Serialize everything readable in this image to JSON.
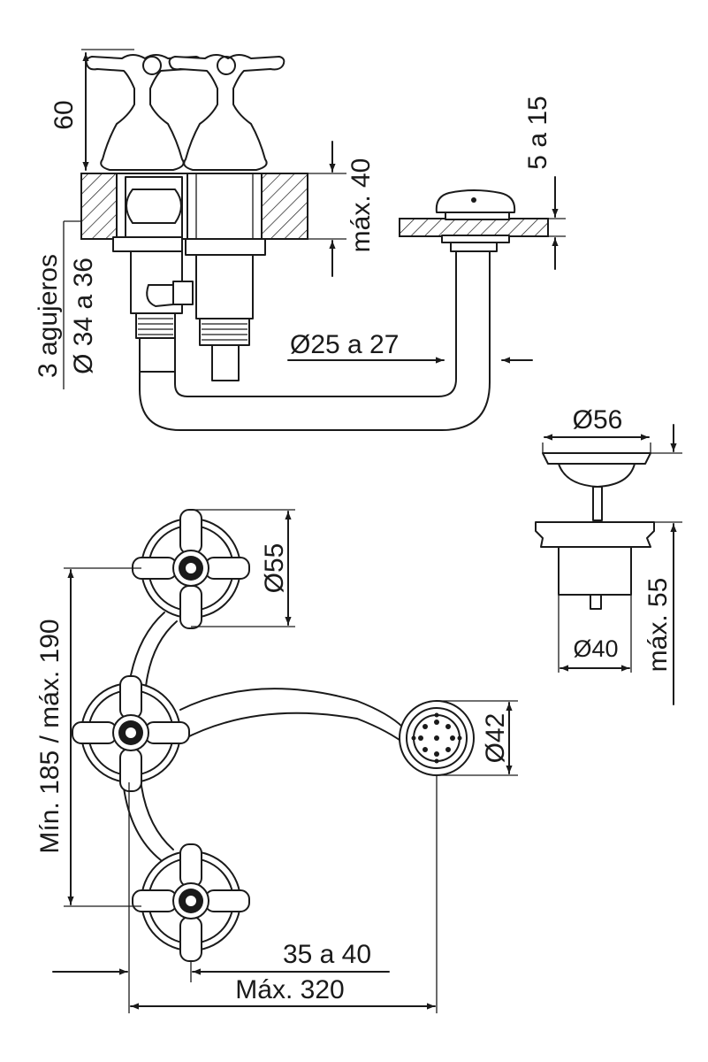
{
  "labels": {
    "height_handles": "60",
    "max_deck": "máx. 40",
    "deck_range": "5 a 15",
    "holes": "3 agujeros",
    "hole_diameter": "Ø 34 a 36",
    "pipe_diameter": "Ø25 a 27",
    "stopper_top_diameter": "Ø56",
    "stopper_body_diameter": "Ø40",
    "stopper_max_height": "máx. 55",
    "rosette_diameter": "Ø55",
    "spacing_range": "Mín. 185 / máx. 190",
    "drain_diameter": "Ø42",
    "offset_range": "35 a 40",
    "max_width": "Máx. 320"
  },
  "colors": {
    "ink": "#1a1a1a",
    "background": "#ffffff"
  }
}
